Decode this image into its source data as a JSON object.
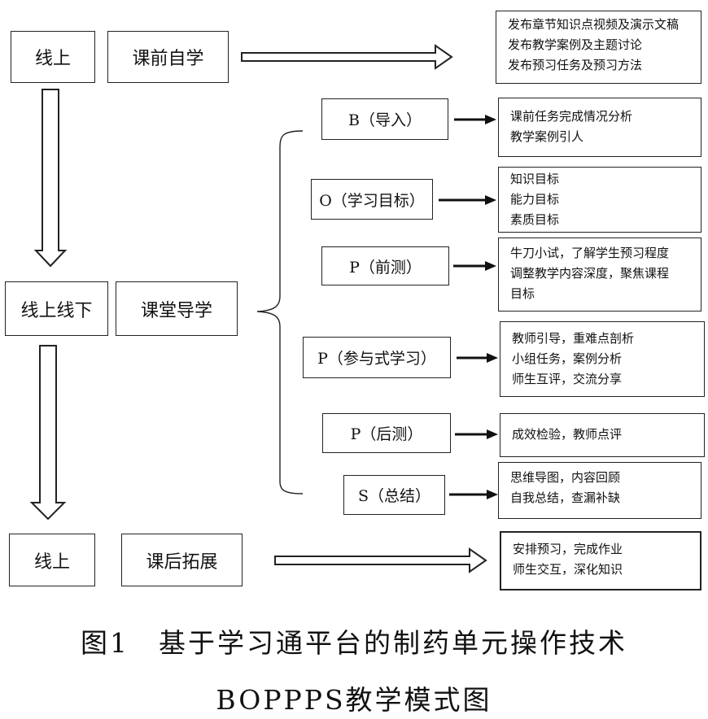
{
  "stages": [
    {
      "mode": "线上",
      "name": "课前自学",
      "output": [
        "发布章节知识点视频及演示文稿",
        "发布教学案例及主题讨论",
        "发布预习任务及预习方法"
      ]
    },
    {
      "mode": "线上线下",
      "name": "课堂导学"
    },
    {
      "mode": "线上",
      "name": "课后拓展",
      "output": [
        "安排预习，完成作业",
        "师生交互，深化知识"
      ]
    }
  ],
  "steps": [
    {
      "label": "B（导入）",
      "details": [
        "课前任务完成情况分析",
        "教学案例引人"
      ]
    },
    {
      "label": "O（学习目标）",
      "details": [
        "知识目标",
        "能力目标",
        "素质目标"
      ]
    },
    {
      "label": "P（前测）",
      "details": [
        "牛刀小试，了解学生预习程度",
        "调整教学内容深度，聚焦课程",
        "目标"
      ]
    },
    {
      "label": "P（参与式学习）",
      "details": [
        "教师引导，重难点剖析",
        "小组任务，案例分析",
        "师生互评，交流分享"
      ]
    },
    {
      "label": "P（后测）",
      "details": [
        "成效检验，教师点评"
      ]
    },
    {
      "label": "S（总结）",
      "details": [
        "思维导图，内容回顾",
        "自我总结，查漏补缺"
      ]
    }
  ],
  "caption": {
    "line1": "图1　基于学习通平台的制药单元操作技术",
    "line2": "BOPPPS教学模式图"
  }
}
